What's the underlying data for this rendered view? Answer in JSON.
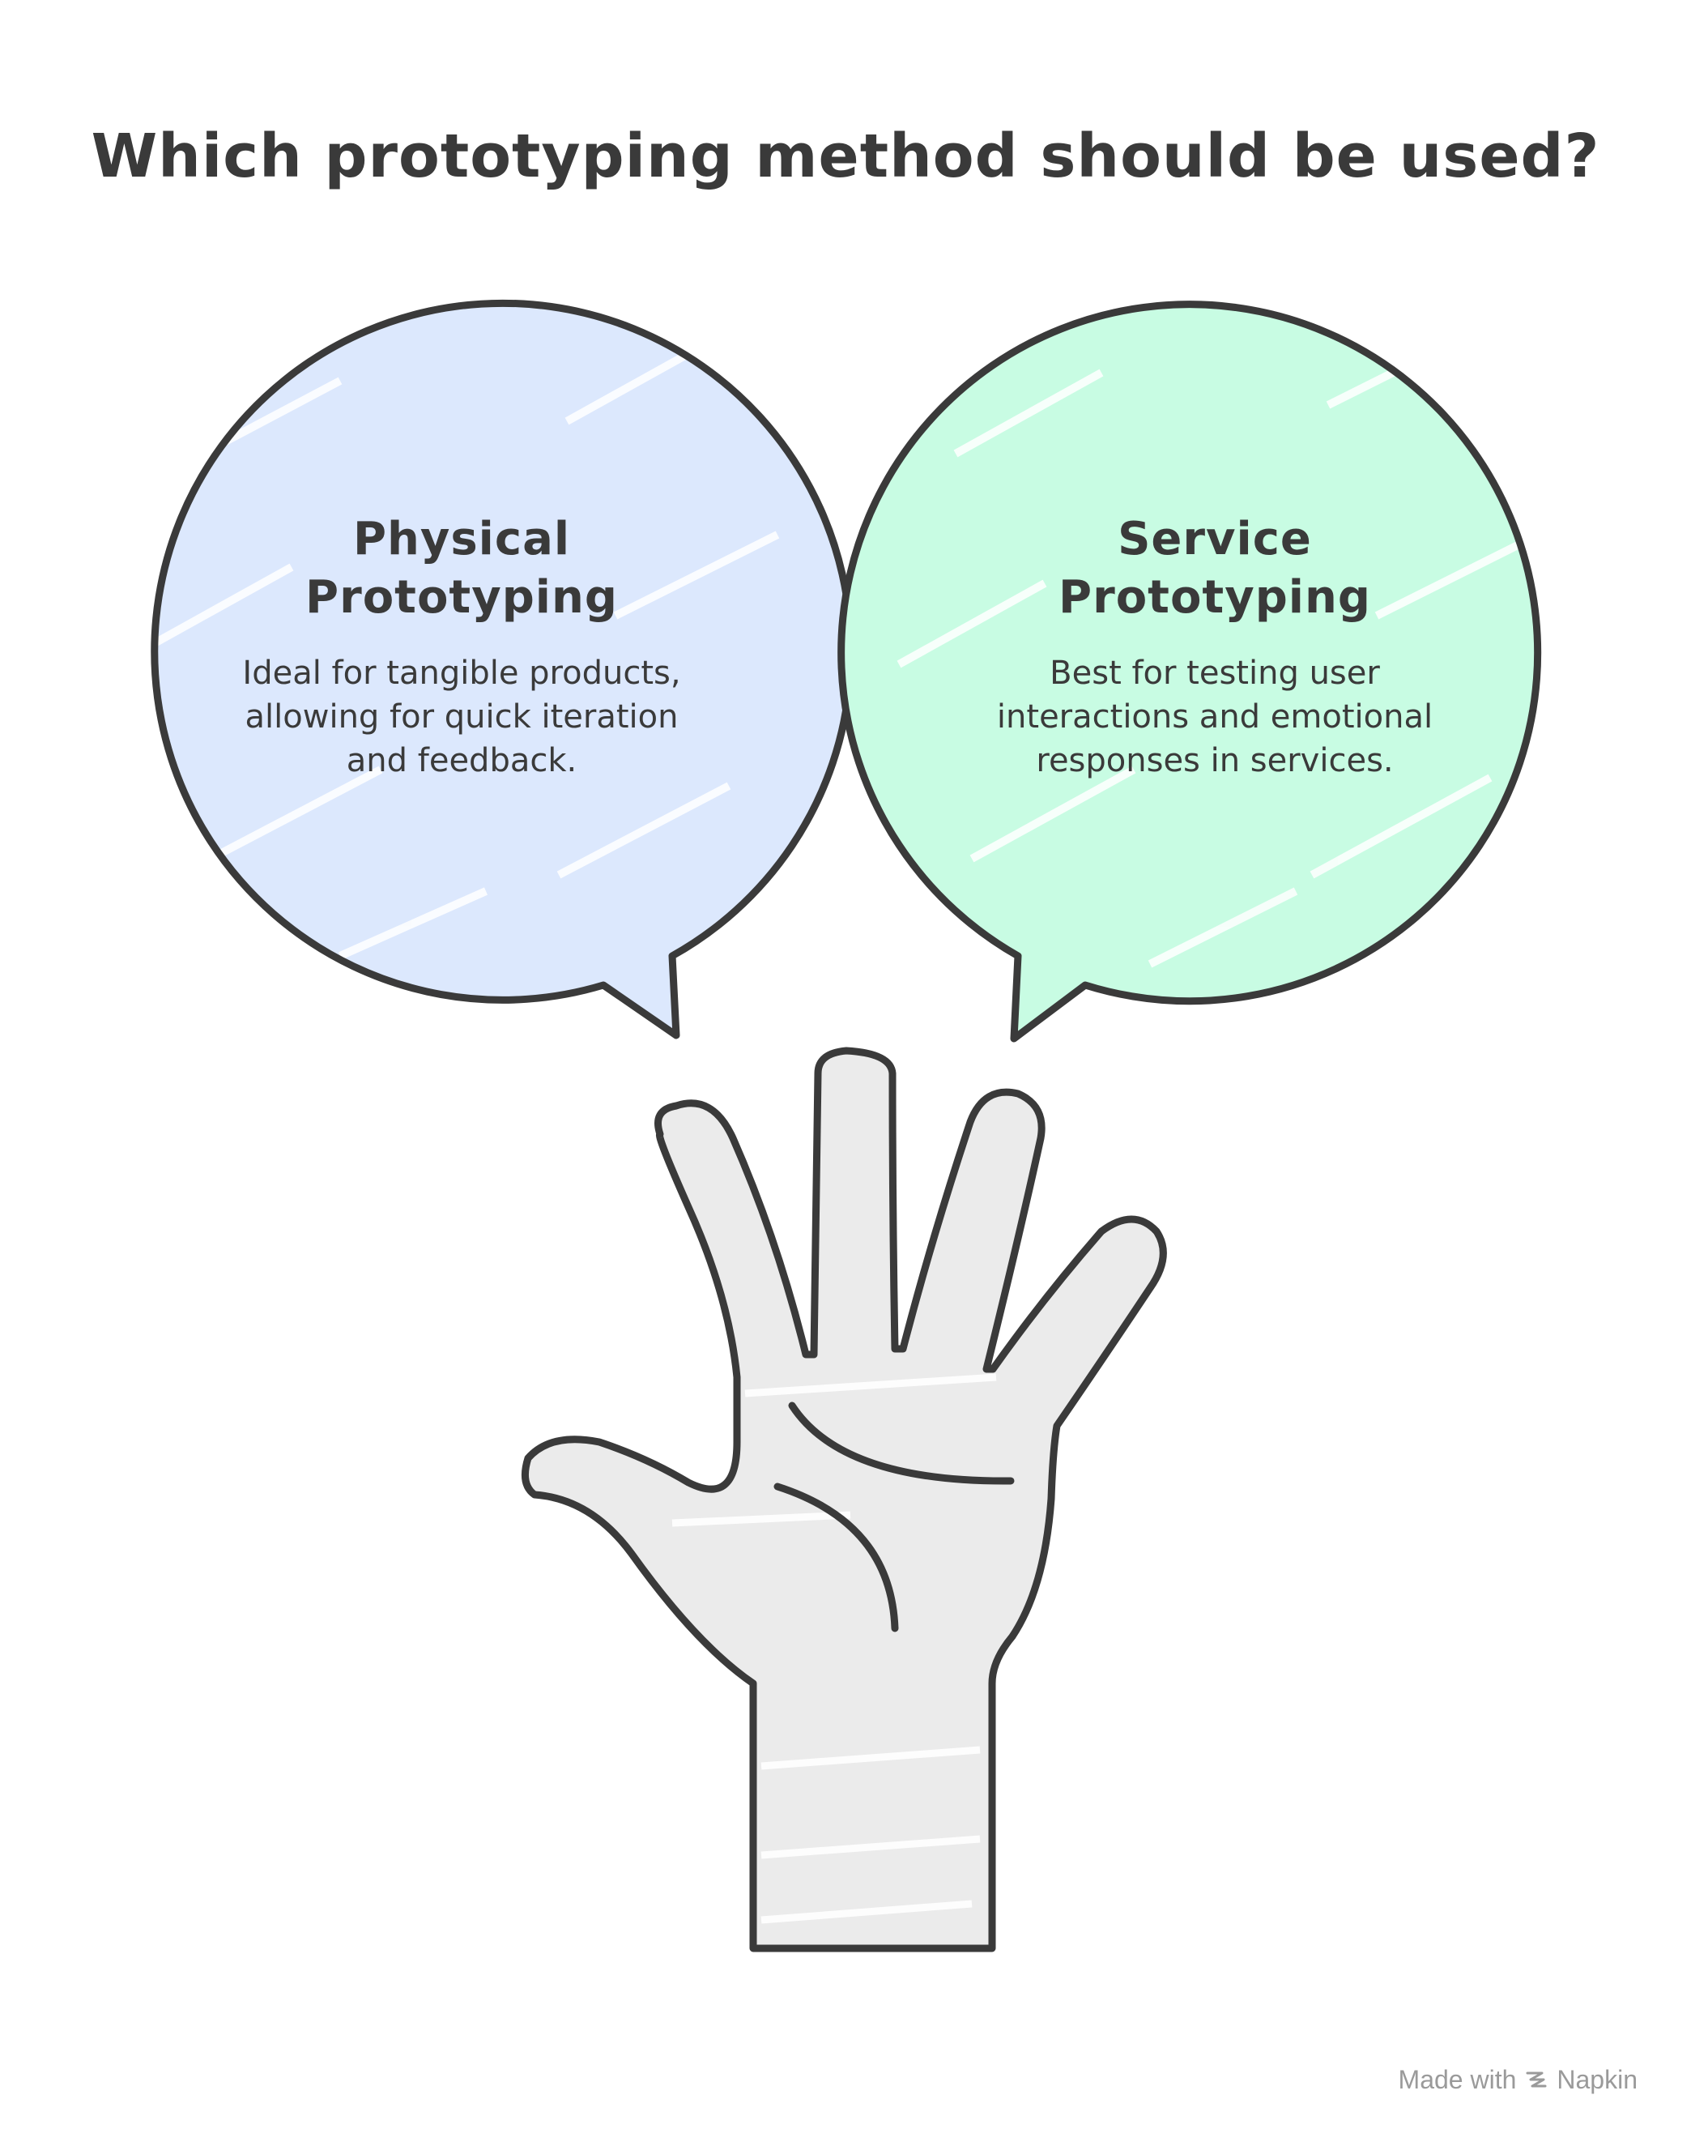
{
  "title": "Which prototyping method should be used?",
  "options": [
    {
      "heading": "Physical Prototyping",
      "description": "Ideal for tangible products, allowing for quick iteration and feedback.",
      "color": "#dce8fd"
    },
    {
      "heading": "Service Prototyping",
      "description": "Best for testing user interactions and emotional responses in services.",
      "color": "#c8fce3"
    }
  ],
  "hand": {
    "color": "#ebebeb",
    "stroke": "#3a3a3a"
  },
  "footer": {
    "made_with": "Made with",
    "brand": "Napkin"
  }
}
